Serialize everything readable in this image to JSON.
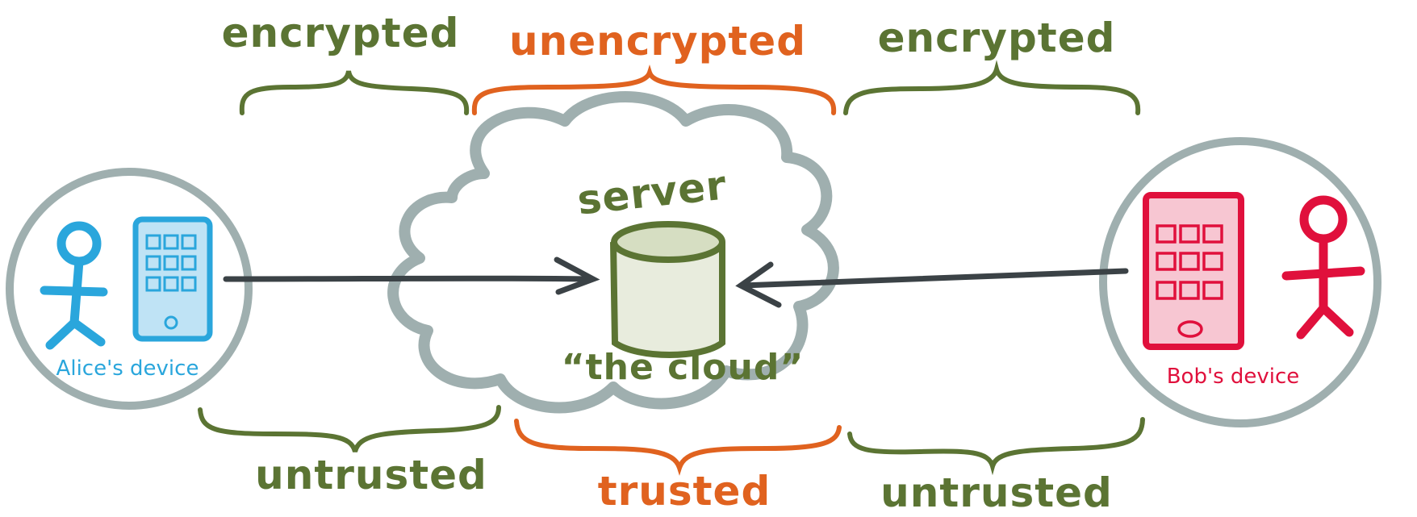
{
  "labels": {
    "top_left": "encrypted",
    "top_center": "unencrypted",
    "top_right": "encrypted",
    "bottom_left": "untrusted",
    "bottom_center": "trusted",
    "bottom_right": "untrusted"
  },
  "server": {
    "label": "server",
    "cloud_label": "“the cloud”"
  },
  "alice": {
    "device_label": "Alice's device"
  },
  "bob": {
    "device_label": "Bob's device"
  },
  "colors": {
    "green": "#5b7433",
    "orange": "#e0621f",
    "gray": "#9fafaf",
    "alice_blue": "#2aa6dc",
    "bob_red": "#e0103c",
    "arrow": "#3b4246"
  },
  "icons": [
    "person-icon",
    "tablet-icon",
    "database-icon",
    "cloud-icon"
  ]
}
